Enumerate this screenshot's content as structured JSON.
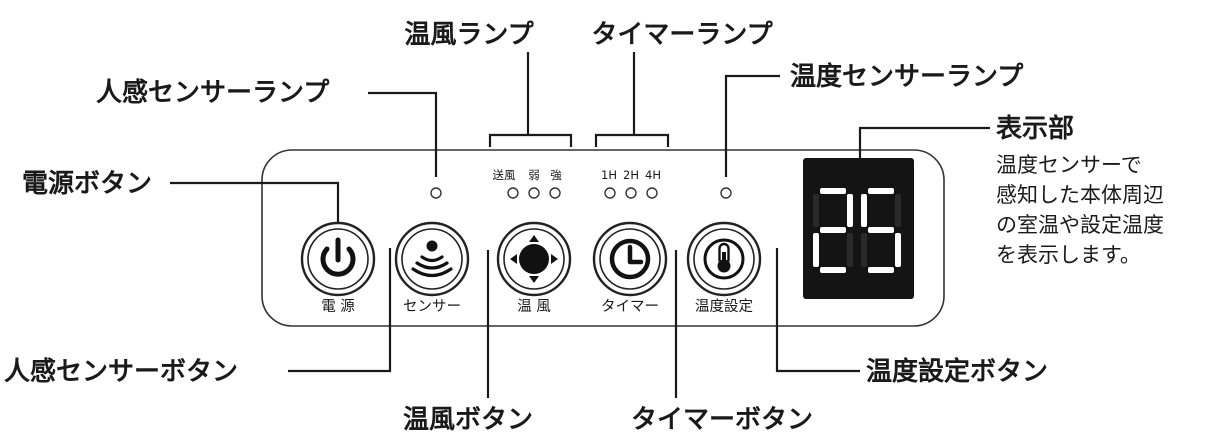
{
  "panel": {
    "buttons": [
      {
        "id": "power",
        "label": "電 源",
        "icon": "power-icon"
      },
      {
        "id": "sensor",
        "label": "センサー",
        "icon": "human-sensor-icon"
      },
      {
        "id": "warm",
        "label": "温 風",
        "icon": "fan-icon"
      },
      {
        "id": "timer",
        "label": "タイマー",
        "icon": "clock-icon"
      },
      {
        "id": "temp",
        "label": "温度設定",
        "icon": "thermometer-icon"
      }
    ],
    "warm_lamp_labels": [
      "送風",
      "弱",
      "強"
    ],
    "timer_lamp_labels": [
      "1H",
      "2H",
      "4H"
    ],
    "display_value": "25"
  },
  "callouts": {
    "warm_lamp": "温風ランプ",
    "timer_lamp": "タイマーランプ",
    "sensor_lamp": "人感センサーランプ",
    "temp_sensor_lamp": "温度センサーランプ",
    "display": "表示部",
    "power_button": "電源ボタン",
    "sensor_button": "人感センサーボタン",
    "warm_button": "温風ボタン",
    "timer_button": "タイマーボタン",
    "temp_button": "温度設定ボタン"
  },
  "display_description": [
    "温度センサーで",
    "感知した本体周辺",
    "の室温や設定温度",
    "を表示します。"
  ],
  "colors": {
    "ink": "#1a1a1a",
    "display_bg": "#141414",
    "segment_on": "#ffffff"
  }
}
